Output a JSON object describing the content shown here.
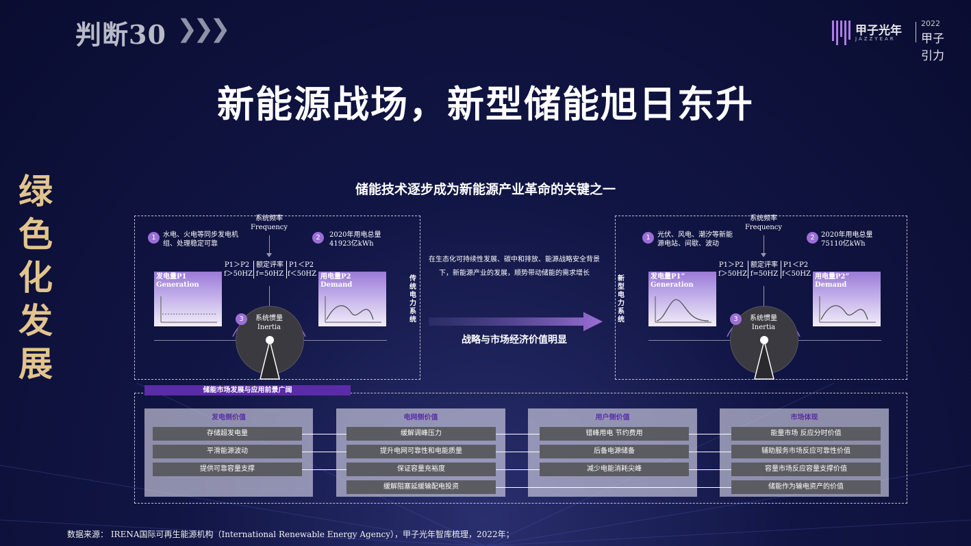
{
  "header": {
    "brand": "判断30",
    "chevrons": "❯❯❯",
    "logo_name": "甲子光年",
    "logo_sub": "JAZZYEAR",
    "logo_year": "2022",
    "logo_event": "甲子引力"
  },
  "title": "新能源战场，新型储能旭日东升",
  "side_label": "绿色化发展",
  "subtitle": "储能技术逐步成为新能源产业革命的关键之一",
  "left_panel": {
    "freq_cn": "系统频率",
    "freq_en": "Frequency",
    "item1_num": "1",
    "item1_text": "水电、火电等同步发电机组、处理稳定可靠",
    "item2_num": "2",
    "item2_line1": "2020年用电总量",
    "item2_line2": "41923亿kWh",
    "cond_left1": "P1＞P2",
    "cond_left2": "f＞50HZ",
    "cond_mid1": "额定评率",
    "cond_mid2": "f=50HZ",
    "cond_right1": "P1＜P2",
    "cond_right2": "f＜50HZ",
    "gen_cn": "发电量P1",
    "gen_en": "Generation",
    "dem_cn": "用电量P2",
    "dem_en": "Demand",
    "item3_num": "3",
    "inertia_cn": "系统惯量",
    "inertia_en": "Inertia",
    "side": "传统电力系统"
  },
  "right_panel": {
    "freq_cn": "系统频率",
    "freq_en": "Frequency",
    "item1_num": "1",
    "item1_text": "光伏、风电、潮汐等新能源电站、间歇、波动",
    "item2_num": "2",
    "item2_line1": "2020年用电总量",
    "item2_line2": "75110亿kWh",
    "cond_left1": "P1＞P2",
    "cond_left2": "f＞50HZ",
    "cond_mid1": "额定评率",
    "cond_mid2": "f=50HZ",
    "cond_right1": "P1＜P2",
    "cond_right2": "f＜50HZ",
    "gen_cn": "发电量P1”",
    "gen_en": "Generation",
    "dem_cn": "用电量P2”",
    "dem_en": "Demand",
    "item3_num": "3",
    "inertia_cn": "系统惯量",
    "inertia_en": "Inertia",
    "side": "新型电力系统"
  },
  "middle": {
    "text": "在生态化可持续性发展、碳中和排放、能源战略安全背景下，新能源产业的发展，顺势带动储能的需求增长",
    "arrow_label": "战略与市场经济价值明显"
  },
  "bottom": {
    "header": "储能市场发展与应用前景广阔",
    "columns": [
      {
        "title": "发电侧价值",
        "items": [
          "存储超发电量",
          "平滑能源波动",
          "提供可靠容量支撑"
        ]
      },
      {
        "title": "电网侧价值",
        "items": [
          "缓解调峰压力",
          "提升电网可靠性和电能质量",
          "保证容量充裕度",
          "缓解阻塞延缓输配电投资"
        ]
      },
      {
        "title": "用户侧价值",
        "items": [
          "错峰用电  节约费用",
          "后备电源储备",
          "减少电能消耗尖峰"
        ]
      },
      {
        "title": "市场体现",
        "items": [
          "能量市场  反应分时价值",
          "辅助服务市场反应可靠性价值",
          "容量市场反应容量支撑价值",
          "储能作为输电资产的价值"
        ]
      }
    ]
  },
  "source": "数据来源：  IRENA国际可再生能源机构（International Renewable Energy Agency），甲子光年智库梳理，2022年；",
  "colors": {
    "accent": "#9b6fd6",
    "gold": "#e2c48e",
    "bar": "#5a2ca8"
  }
}
